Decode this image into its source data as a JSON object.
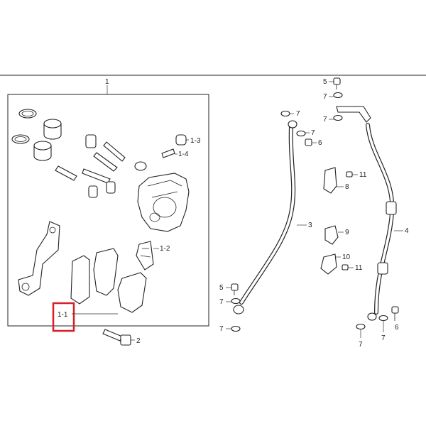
{
  "labels": {
    "main_assembly": "1",
    "piston_seal": "1-3",
    "bleeder": "1-4",
    "pad_spring": "1-2",
    "pad_set": "1-1",
    "caliper_bolt": "2",
    "hose_left": "3",
    "hose_right": "4",
    "bolt_top": "5",
    "bolt_bottom": "5",
    "washer_1": "7",
    "washer_2": "7",
    "washer_3": "7",
    "washer_4": "7",
    "washer_5": "7",
    "washer_6": "7",
    "washer_7": "7",
    "washer_8": "7",
    "bolt_6_top": "6",
    "bolt_6_bottom": "6",
    "clamp_8": "8",
    "clamp_9": "9",
    "clamp_10": "10",
    "screw_11_top": "11",
    "screw_11_bottom": "11"
  },
  "highlight_color": "#d81f26"
}
